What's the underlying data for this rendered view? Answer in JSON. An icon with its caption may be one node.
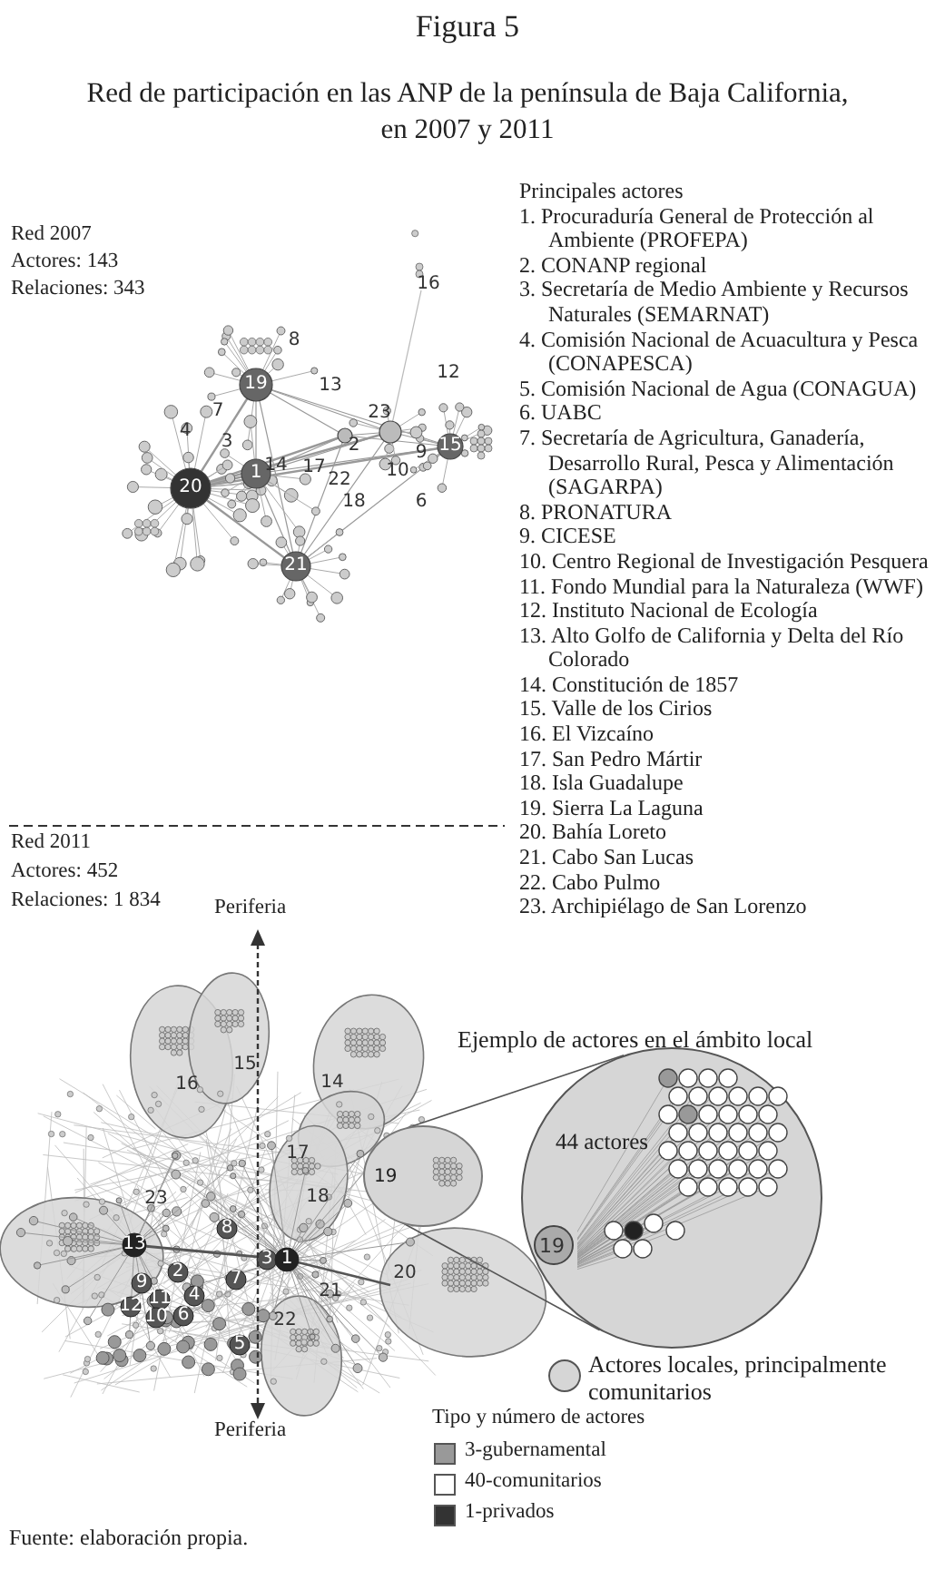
{
  "diagram": {
    "title": "Figura 5",
    "caption": "Fuente: elaboración propia.",
    "nodes": [
      {
        "text": [
          "19"
        ]
      },
      {
        "text": [
          "44 actores"
        ]
      },
      {
        "text": [
          "19"
        ],
        "in": 1
      }
    ],
    "edges": [
      {
        "from": 0,
        "to": 1,
        "arrow": "none"
      },
      {
        "from": 0,
        "to": 1,
        "arrow": "none"
      }
    ],
    "labels": [
      "Red de participación en las ANP de la península de Baja California, en 2007 y 2011",
      "Red 2007",
      "Actores: 143",
      "Relaciones: 343",
      "Principales actores",
      "1. Procuraduría General de Protección al Ambiente (PROFEPA)",
      "2. CONANP regional",
      "3. Secretaría de Medio Ambiente y Recursos Naturales (SEMARNAT)",
      "4. Comisión Nacional de Acuacultura y Pesca (CONAPESCA)",
      "5. Comisión Nacional de Agua (CONAGUA)",
      "6. UABC",
      "7. Secretaría de Agricultura, Ganadería, Desarrollo Rural, Pesca y Alimentación (SAGARPA)",
      "8. PRONATURA",
      "9. CICESE",
      "10. Centro Regional de Investigación Pesquera",
      "11. Fondo Mundial para la Naturaleza (WWF)",
      "12. Instituto Nacional de Ecología",
      "13. Alto Golfo de California y Delta del Río Colorado",
      "14. Constitución de 1857",
      "15. Valle de los Cirios",
      "16. El Vizcaíno",
      "17. San Pedro Mártir",
      "18. Isla Guadalupe",
      "19. Sierra La Laguna",
      "20. Bahía Loreto",
      "21. Cabo San Lucas",
      "22. Cabo Pulmo",
      "23. Archipiélago de San Lorenzo",
      "16",
      "8",
      "12",
      "19",
      "13",
      "7",
      "23",
      "4",
      "3",
      "2",
      "15",
      "9",
      "14",
      "17",
      "1",
      "20",
      "22",
      "10",
      "18",
      "6",
      "21",
      "Red 2011",
      "Actores: 452",
      "Relaciones: 1 834",
      "Periferia",
      "15",
      "16",
      "14",
      "17",
      "23",
      "18",
      "8",
      "13",
      "3",
      "1",
      "2",
      "20",
      "9",
      "7",
      "4",
      "21",
      "11",
      "12",
      "10",
      "6",
      "22",
      "5",
      "Ejemplo de actores en el ámbito local",
      "Periferia",
      "Tipo y número de actores"
    ],
    "legend": [
      {
        "text": "Actores locales, principalmente comunitarios",
        "color": "#d6d6d6"
      },
      {
        "text": "3-gubernamental",
        "color": "#999999"
      },
      {
        "text": "40-comunitarios",
        "color": "#ffffff"
      },
      {
        "text": "1-privados",
        "color": "#333333"
      }
    ]
  }
}
